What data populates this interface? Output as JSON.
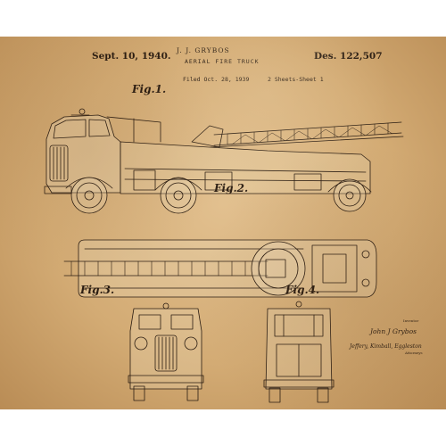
{
  "patent": {
    "date": "Sept. 10, 1940.",
    "inventor": "J. J. GRYBOS",
    "design_number": "Des. 122,507",
    "title": "AERIAL FIRE TRUCK",
    "filed": "Filed Oct. 28, 1939",
    "sheets": "2 Sheets-Sheet 1"
  },
  "figures": {
    "fig1": "Fig.1.",
    "fig2": "Fig.2.",
    "fig3": "Fig.3.",
    "fig4": "Fig.4."
  },
  "signature": {
    "inventor_label": "Inventor",
    "inventor": "John J Grybos",
    "attorney": "Jeffery, Kimball, Eggleston",
    "attorney_label": "Attorneys"
  },
  "colors": {
    "paper": "#d6ae77",
    "ink": "#2b1d12"
  }
}
